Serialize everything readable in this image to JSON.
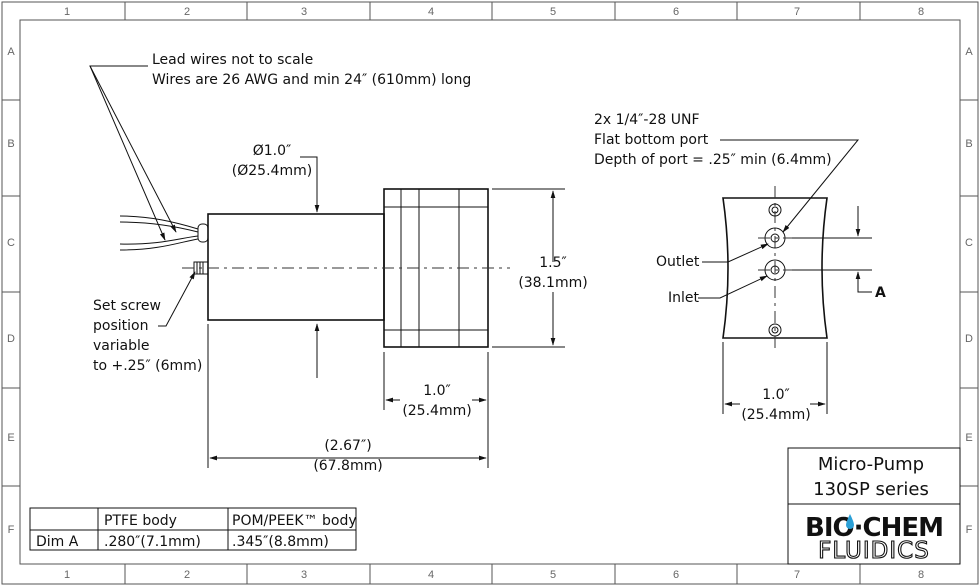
{
  "border": {
    "columns": [
      "1",
      "2",
      "3",
      "4",
      "5",
      "6",
      "7",
      "8"
    ],
    "rows": [
      "A",
      "B",
      "C",
      "D",
      "E",
      "F"
    ]
  },
  "notes": {
    "lead_wires_line1": "Lead wires not to scale",
    "lead_wires_line2": "Wires are 26 AWG and min 24″ (610mm) long",
    "port_line1": "2x 1/4″-28 UNF",
    "port_line2": "Flat bottom port",
    "port_line3": "Depth of port = .25″ min (6.4mm)",
    "set_screw_line1": "Set screw",
    "set_screw_line2": "position",
    "set_screw_line3": "variable",
    "set_screw_line4": "to +.25″ (6mm)"
  },
  "dimensions": {
    "diameter_in": "Ø1.0″",
    "diameter_mm": "(Ø25.4mm)",
    "height_in": "1.5″",
    "height_mm": "(38.1mm)",
    "head_width_in": "1.0″",
    "head_width_mm": "(25.4mm)",
    "overall_in": "(2.67″)",
    "overall_mm": "(67.8mm)",
    "end_width_in": "1.0″",
    "end_width_mm": "(25.4mm)",
    "section_label": "A"
  },
  "ports": {
    "outlet": "Outlet",
    "inlet": "Inlet"
  },
  "table": {
    "headers": [
      "",
      "PTFE body",
      "POM/PEEK™ body"
    ],
    "rows": [
      [
        "Dim A",
        ".280″(7.1mm)",
        ".345″(8.8mm)"
      ]
    ]
  },
  "title_block": {
    "product_line1": "Micro-Pump",
    "product_line2": "130SP series",
    "brand_top": "BIO·CHEM",
    "brand_bottom": "FLUIDICS",
    "drop_color": "#2a9fd6"
  }
}
